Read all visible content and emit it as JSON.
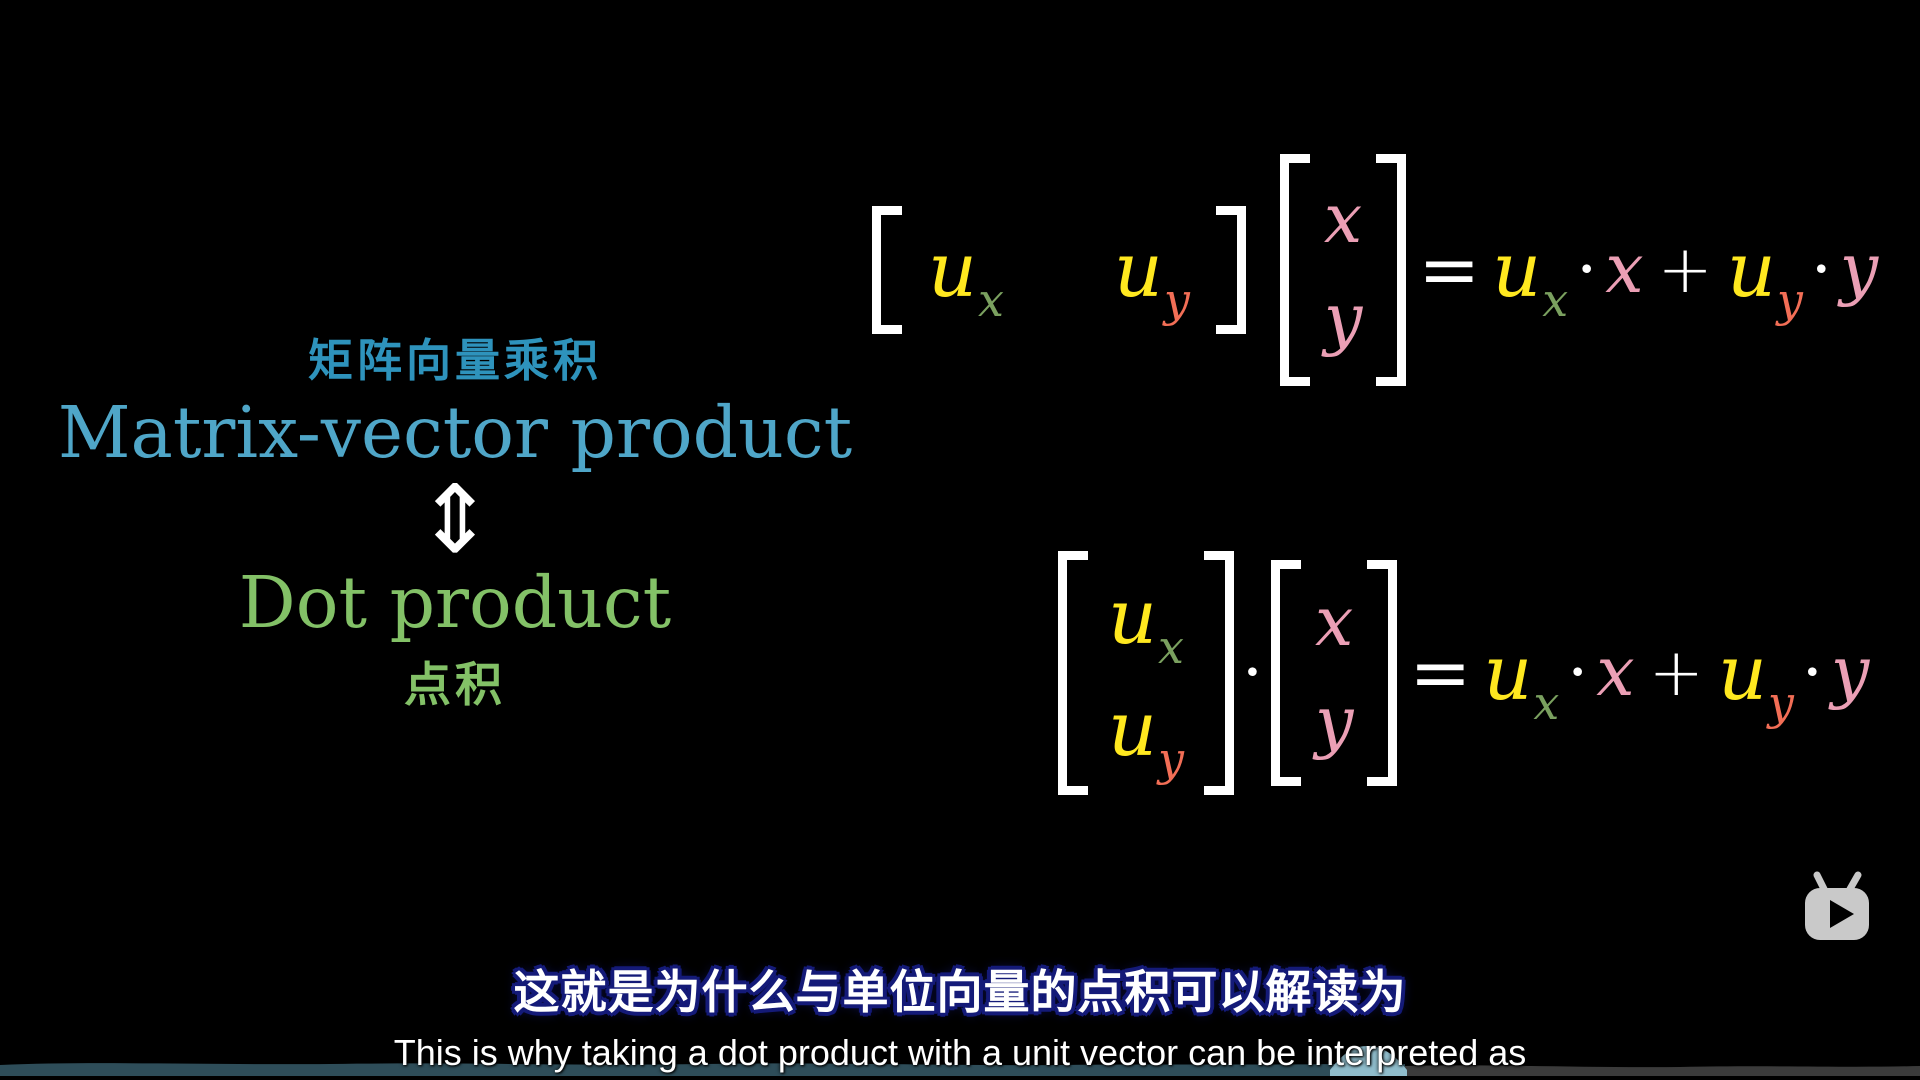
{
  "colors": {
    "yellow": "#ffe81f",
    "green_sub": "#7aa05f",
    "green": "#83c167",
    "red": "#f26e56",
    "pink": "#eb9fb5",
    "blue_cn": "#2e93bc",
    "blue_en": "#4fa6c8",
    "white": "#ffffff",
    "subtitle_outline": "#141a78",
    "bar_played": "#2e4d59",
    "bar_remaining": "#3b3b3b",
    "bar_highlight": "#8fbccb",
    "icon_gray": "#c9c9c9"
  },
  "concept_panel": {
    "title_cn": "矩阵向量乘积",
    "title_en": "Matrix-vector product",
    "equiv_arrow": "⇕",
    "dot_en": "Dot product",
    "dot_cn": "点积"
  },
  "math": {
    "u": "u",
    "x": "x",
    "y": "y",
    "sub_x": "x",
    "sub_y": "y",
    "equals": "=",
    "plus": "+",
    "cdot": "·"
  },
  "subtitles": {
    "cn": "这就是为什么与单位向量的点积可以解读为",
    "en": "This is why taking a dot product with a unit vector can be interpreted as"
  },
  "player": {
    "watermark": "bilibili-tv"
  }
}
